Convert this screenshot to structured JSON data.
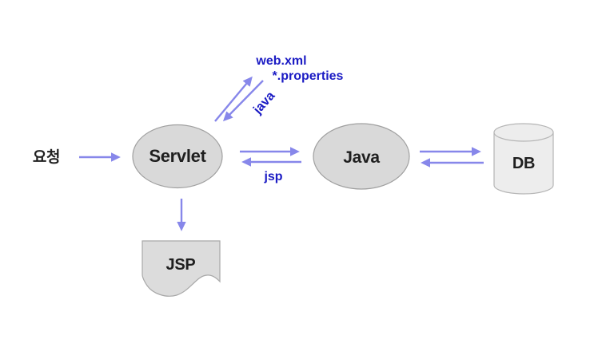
{
  "diagram": {
    "title": "servlet-jsp-architecture-flow",
    "colors": {
      "arrow": "#8787ea",
      "blue_text": "#1b1bc4",
      "node_fill": "#d9d9d9",
      "node_stroke": "#a0a0a0",
      "cylinder_fill": "#ededed",
      "cylinder_stroke": "#b5b5b5",
      "document_fill": "#dcdcdc",
      "document_stroke": "#a8a8a8",
      "text": "#1f1f1f",
      "background": "#ffffff"
    },
    "nodes": {
      "request": "요청",
      "servlet": "Servlet",
      "java": "Java",
      "db": "DB",
      "jsp": "JSP"
    },
    "edge_labels": {
      "config_line1": "web.xml",
      "config_line2": "*.properties",
      "java_edge": "java",
      "jsp_edge": "jsp"
    }
  }
}
